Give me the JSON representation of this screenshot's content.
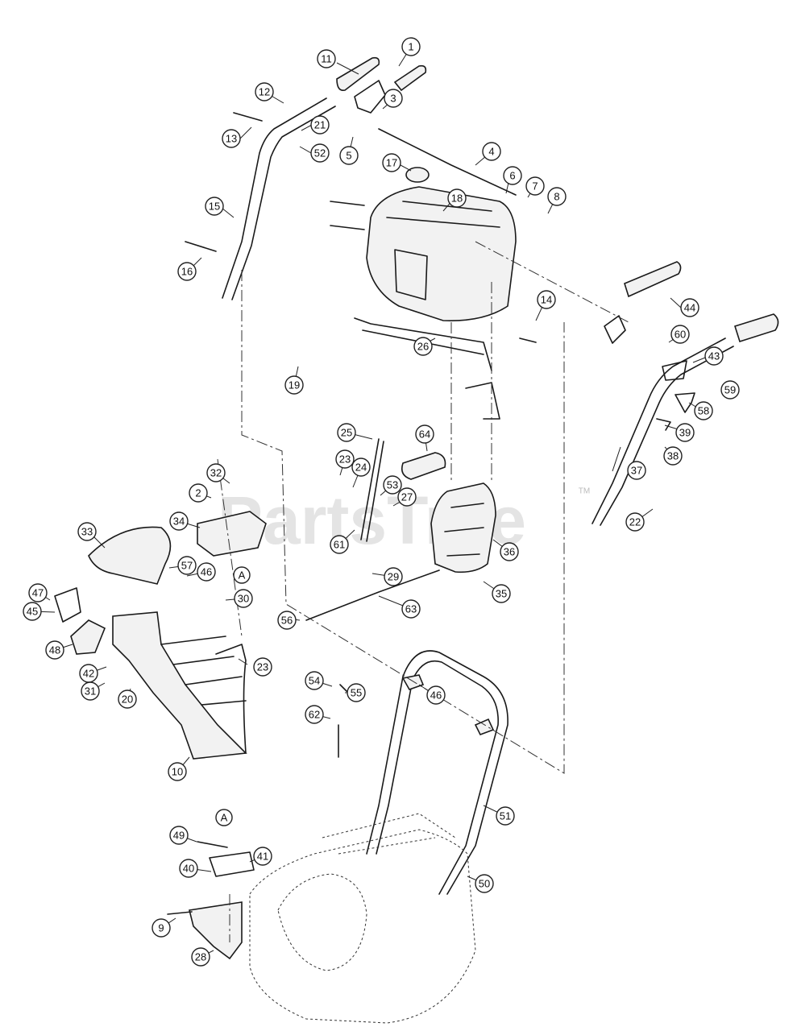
{
  "watermark": {
    "text": "PartsTree",
    "trademark": "TM"
  },
  "reference_marker": "A",
  "callouts": [
    {
      "label": "1"
    },
    {
      "label": "11"
    },
    {
      "label": "12"
    },
    {
      "label": "3"
    },
    {
      "label": "13"
    },
    {
      "label": "21"
    },
    {
      "label": "52"
    },
    {
      "label": "5"
    },
    {
      "label": "4"
    },
    {
      "label": "17"
    },
    {
      "label": "6"
    },
    {
      "label": "7"
    },
    {
      "label": "8"
    },
    {
      "label": "18"
    },
    {
      "label": "15"
    },
    {
      "label": "16"
    },
    {
      "label": "14"
    },
    {
      "label": "44"
    },
    {
      "label": "60"
    },
    {
      "label": "43"
    },
    {
      "label": "59"
    },
    {
      "label": "26"
    },
    {
      "label": "19"
    },
    {
      "label": "58"
    },
    {
      "label": "39"
    },
    {
      "label": "38"
    },
    {
      "label": "25"
    },
    {
      "label": "64"
    },
    {
      "label": "23"
    },
    {
      "label": "24"
    },
    {
      "label": "53"
    },
    {
      "label": "27"
    },
    {
      "label": "37"
    },
    {
      "label": "32"
    },
    {
      "label": "2"
    },
    {
      "label": "22"
    },
    {
      "label": "33"
    },
    {
      "label": "34"
    },
    {
      "label": "61"
    },
    {
      "label": "36"
    },
    {
      "label": "57"
    },
    {
      "label": "46"
    },
    {
      "label": "29"
    },
    {
      "label": "47"
    },
    {
      "label": "30"
    },
    {
      "label": "35"
    },
    {
      "label": "45"
    },
    {
      "label": "63"
    },
    {
      "label": "48"
    },
    {
      "label": "56"
    },
    {
      "label": "23"
    },
    {
      "label": "42"
    },
    {
      "label": "31"
    },
    {
      "label": "20"
    },
    {
      "label": "54"
    },
    {
      "label": "55"
    },
    {
      "label": "46"
    },
    {
      "label": "62"
    },
    {
      "label": "10"
    },
    {
      "label": "51"
    },
    {
      "label": "49"
    },
    {
      "label": "41"
    },
    {
      "label": "40"
    },
    {
      "label": "50"
    },
    {
      "label": "9"
    },
    {
      "label": "28"
    }
  ]
}
